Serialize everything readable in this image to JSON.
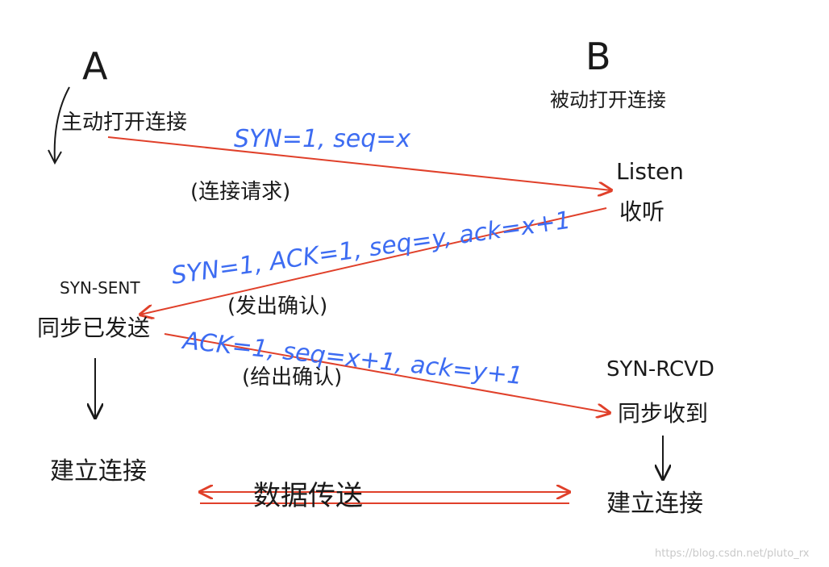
{
  "party_a": {
    "name": "A",
    "open_mode": "主动打开连接"
  },
  "party_b": {
    "name": "B",
    "open_mode": "被动打开连接"
  },
  "messages": [
    {
      "fields": "SYN=1, seq=x",
      "note": "(连接请求)"
    },
    {
      "fields": "SYN=1, ACK=1, seq=y, ack=x+1",
      "note": "(发出确认)"
    },
    {
      "fields": "ACK=1, seq=x+1, ack=y+1",
      "note": "(给出确认)"
    }
  ],
  "states_a": {
    "sent_en": "SYN-SENT",
    "sent_cn": "同步已发送",
    "established": "建立连接"
  },
  "states_b": {
    "listen_en": "Listen",
    "listen_cn": "收听",
    "rcvd_en": "SYN-RCVD",
    "rcvd_cn": "同步收到",
    "established": "建立连接"
  },
  "data_transfer": "数据传送",
  "watermark": "https://blog.csdn.net/pluto_rx",
  "colors": {
    "arrow": "#e0402a",
    "blue_text": "#3d6cf2",
    "ink": "#1a1a1a",
    "watermark": "#c9c9c9"
  }
}
